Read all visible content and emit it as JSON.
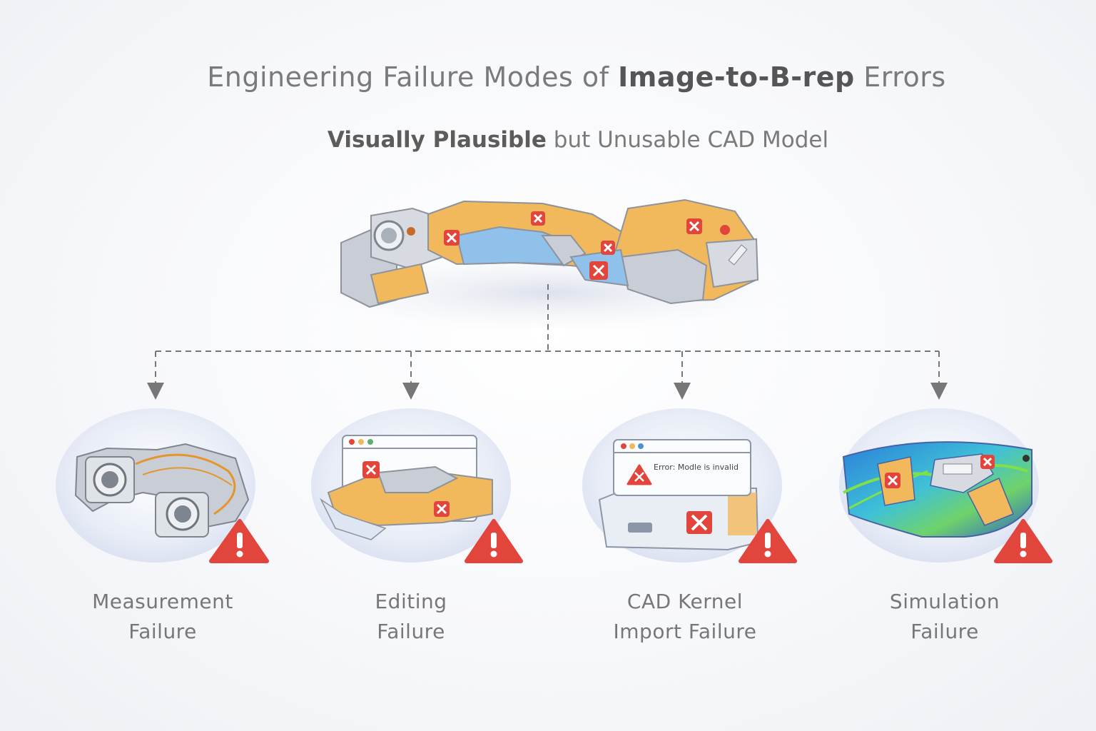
{
  "title": {
    "prefix": "Engineering Failure Modes of ",
    "emphasis": "Image-to-B-rep",
    "suffix": " Errors"
  },
  "subtitle": {
    "emphasis": "Visually Plausible",
    "suffix": " but Unusable CAD Model"
  },
  "colors": {
    "warning": "#e2453c",
    "model_orange": "#f2b85c",
    "model_blue": "#8fc1ea",
    "model_gray": "#c9ced6",
    "arrow": "#777777"
  },
  "branches": [
    {
      "id": "measurement",
      "line1": "Measurement",
      "line2": "Failure",
      "icon": "part-with-holes-icon"
    },
    {
      "id": "editing",
      "line1": "Editing",
      "line2": "Failure",
      "icon": "editor-window-icon"
    },
    {
      "id": "kernel",
      "line1": "CAD Kernel",
      "line2": "Import Failure",
      "icon": "error-dialog-icon",
      "dialog_text": "Error: Modle is invalid"
    },
    {
      "id": "simulation",
      "line1": "Simulation",
      "line2": "Failure",
      "icon": "simulation-mesh-icon"
    }
  ]
}
